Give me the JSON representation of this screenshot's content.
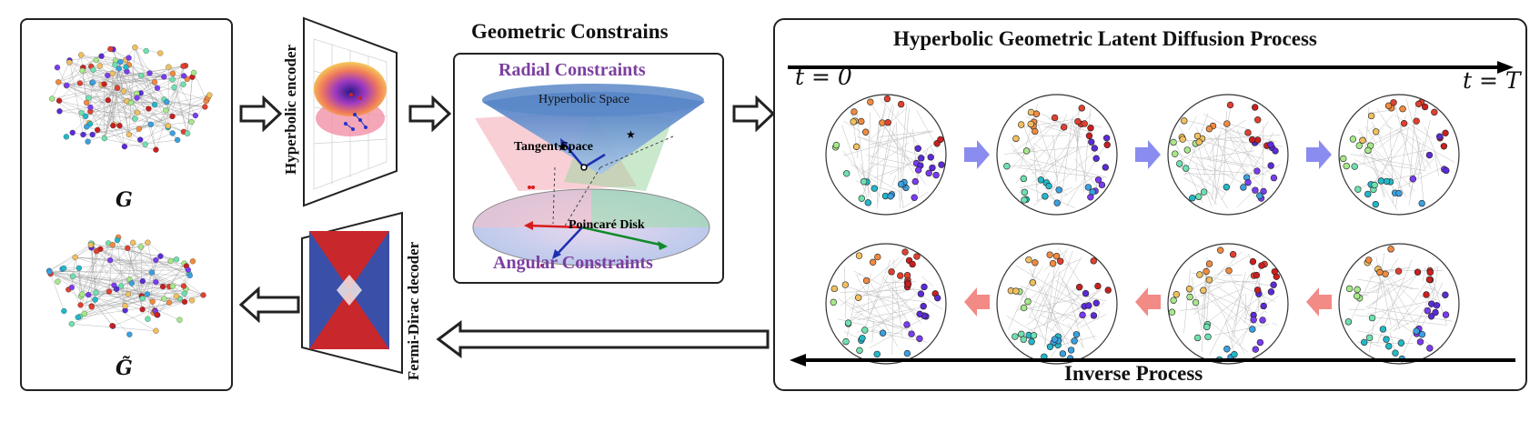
{
  "left_panel": {
    "graph_label": "G",
    "graph_tilde_label": "G̃"
  },
  "encoder": {
    "label": "Hyperbolic encoder"
  },
  "decoder": {
    "label": "Fermi-Dirac decoder"
  },
  "geometric": {
    "title": "Geometric Constrains",
    "radial": "Radial Constraints",
    "angular": "Angular Constraints",
    "hyperbolic_space": "Hyperbolic Space",
    "tangent_space": "Tangent Space",
    "poincare_disk": "Poincaré Disk"
  },
  "diffusion": {
    "title": "Hyperbolic Geometric Latent Diffusion Process",
    "t_start": "t = 0",
    "t_end": "t = T",
    "inverse": "Inverse Process"
  },
  "colors": {
    "border": "#222222",
    "purple_text": "#7b3fa0",
    "forward_arrow": "#8a8cf0",
    "inverse_arrow": "#f28a86"
  }
}
